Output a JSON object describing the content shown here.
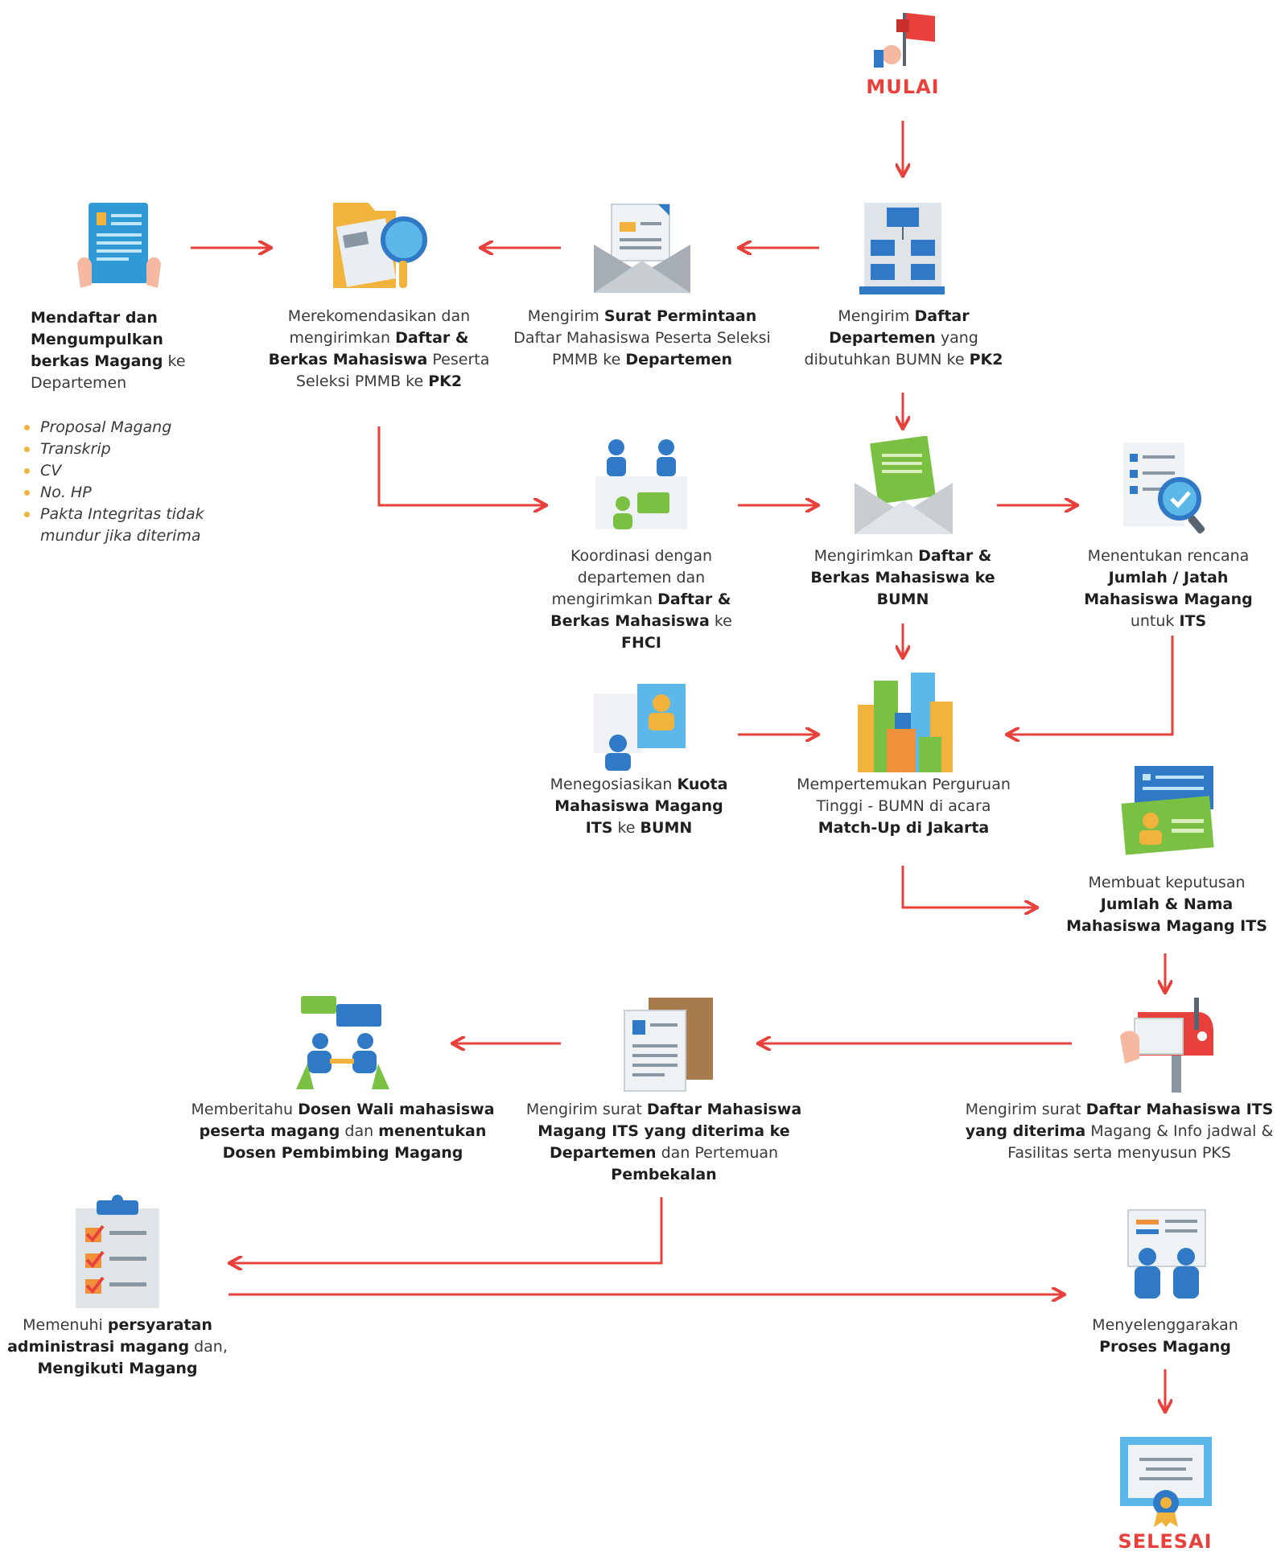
{
  "colors": {
    "arrow": "#e8403a",
    "marker": "#e8403a",
    "bullet": "#f2b33d"
  },
  "start_label": "MULAI",
  "end_label": "SELESAI",
  "requirements": [
    "Proposal Magang",
    "Transkrip",
    "CV",
    "No. HP",
    "Pakta Integritas tidak mundur jika diterima"
  ],
  "steps": [
    {
      "id": "s1",
      "icon": "clipboard-tablet-icon",
      "text_parts": [
        {
          "t": "Mendaftar dan Mengumpulkan berkas Magang",
          "b": true
        },
        {
          "t": " ke Departemen",
          "b": false
        }
      ]
    },
    {
      "id": "s2",
      "icon": "folder-magnifier-icon",
      "text_parts": [
        {
          "t": "Merekomendasikan dan mengirimkan ",
          "b": false
        },
        {
          "t": "Daftar & Berkas Mahasiswa",
          "b": true
        },
        {
          "t": " Peserta Seleksi PMMB ke ",
          "b": false
        },
        {
          "t": "PK2",
          "b": true
        }
      ]
    },
    {
      "id": "s3",
      "icon": "envelope-letter-icon",
      "text_parts": [
        {
          "t": "Mengirim ",
          "b": false
        },
        {
          "t": "Surat Permintaan",
          "b": true
        },
        {
          "t": " Daftar Mahasiswa Peserta Seleksi PMMB ke ",
          "b": false
        },
        {
          "t": "Departemen",
          "b": true
        }
      ]
    },
    {
      "id": "s4",
      "icon": "org-chart-icon",
      "text_parts": [
        {
          "t": "Mengirim ",
          "b": false
        },
        {
          "t": "Daftar Departemen",
          "b": true
        },
        {
          "t": " yang dibutuhkan BUMN ke ",
          "b": false
        },
        {
          "t": "PK2",
          "b": true
        }
      ]
    },
    {
      "id": "s5",
      "icon": "coordination-people-icon",
      "text_parts": [
        {
          "t": "Koordinasi dengan departemen dan mengirimkan ",
          "b": false
        },
        {
          "t": "Daftar & Berkas Mahasiswa",
          "b": true
        },
        {
          "t": " ke ",
          "b": false
        },
        {
          "t": "FHCI",
          "b": true
        }
      ]
    },
    {
      "id": "s6",
      "icon": "envelope-document-icon",
      "text_parts": [
        {
          "t": "Mengirimkan ",
          "b": false
        },
        {
          "t": "Daftar & Berkas Mahasiswa ke BUMN",
          "b": true
        }
      ]
    },
    {
      "id": "s7",
      "icon": "document-search-icon",
      "text_parts": [
        {
          "t": "Menentukan rencana ",
          "b": false
        },
        {
          "t": "Jumlah / Jatah Mahasiswa Magang",
          "b": true
        },
        {
          "t": " untuk ",
          "b": false
        },
        {
          "t": "ITS",
          "b": true
        }
      ]
    },
    {
      "id": "s8",
      "icon": "negotiation-icon",
      "text_parts": [
        {
          "t": "Menegosiasikan ",
          "b": false
        },
        {
          "t": "Kuota Mahasiswa Magang ITS",
          "b": true
        },
        {
          "t": " ke ",
          "b": false
        },
        {
          "t": "BUMN",
          "b": true
        }
      ]
    },
    {
      "id": "s9",
      "icon": "city-buildings-icon",
      "text_parts": [
        {
          "t": "Mempertemukan Perguruan Tinggi - BUMN di acara ",
          "b": false
        },
        {
          "t": "Match-Up di Jakarta",
          "b": true
        }
      ]
    },
    {
      "id": "s10",
      "icon": "id-cards-icon",
      "text_parts": [
        {
          "t": "Membuat keputusan ",
          "b": false
        },
        {
          "t": "Jumlah & Nama Mahasiswa Magang ITS",
          "b": true
        }
      ]
    },
    {
      "id": "s11",
      "icon": "mailbox-icon",
      "text_parts": [
        {
          "t": "Mengirim surat ",
          "b": false
        },
        {
          "t": "Daftar Mahasiswa ITS yang diterima",
          "b": true
        },
        {
          "t": " Magang & Info jadwal & Fasilitas serta menyusun PKS",
          "b": false
        }
      ]
    },
    {
      "id": "s12",
      "icon": "documents-stack-icon",
      "text_parts": [
        {
          "t": "Mengirim surat ",
          "b": false
        },
        {
          "t": "Daftar Mahasiswa Magang ITS yang diterima ke Departemen",
          "b": true
        },
        {
          "t": " dan Pertemuan ",
          "b": false
        },
        {
          "t": "Pembekalan",
          "b": true
        }
      ]
    },
    {
      "id": "s13",
      "icon": "meeting-chat-icon",
      "text_parts": [
        {
          "t": "Memberitahu ",
          "b": false
        },
        {
          "t": "Dosen Wali mahasiswa peserta magang",
          "b": true
        },
        {
          "t": " dan ",
          "b": false
        },
        {
          "t": "menentukan Dosen Pembimbing Magang",
          "b": true
        }
      ]
    },
    {
      "id": "s14",
      "icon": "checklist-clipboard-icon",
      "text_parts": [
        {
          "t": "Memenuhi ",
          "b": false
        },
        {
          "t": "persyaratan administrasi magang",
          "b": true
        },
        {
          "t": " dan, ",
          "b": false
        },
        {
          "t": "Mengikuti Magang",
          "b": true
        }
      ]
    },
    {
      "id": "s15",
      "icon": "presentation-board-icon",
      "text_parts": [
        {
          "t": "Menyelenggarakan ",
          "b": false
        },
        {
          "t": "Proses Magang",
          "b": true
        }
      ]
    }
  ]
}
